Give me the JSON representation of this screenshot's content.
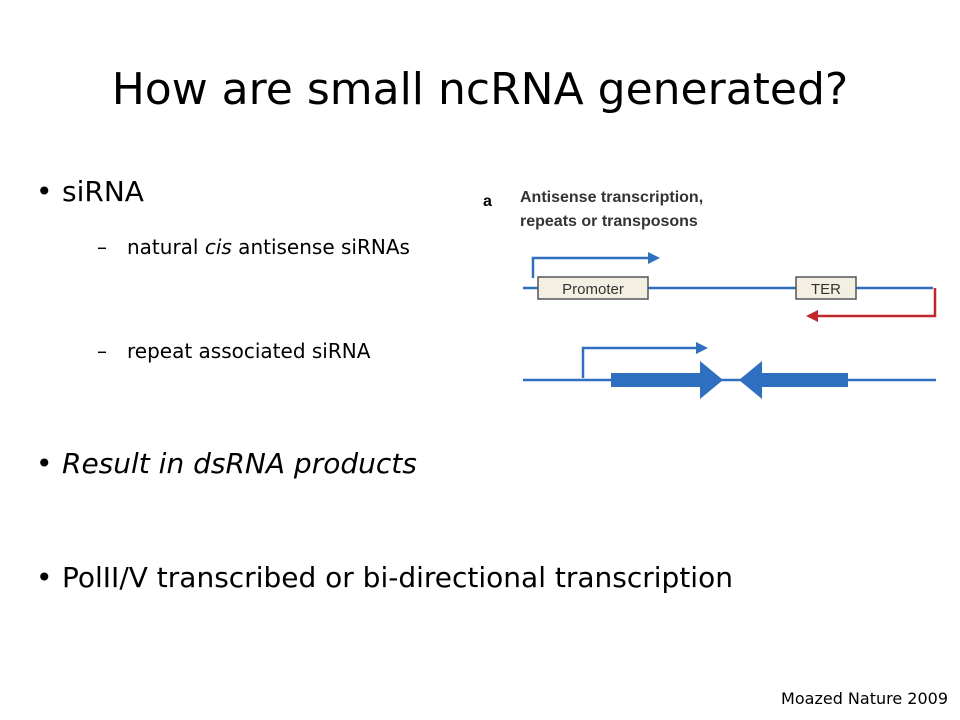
{
  "title": "How are small ncRNA generated?",
  "bullets": [
    {
      "text": "siRNA"
    },
    {
      "text": "Result in dsRNA products"
    },
    {
      "text": "PolII/V transcribed or bi-directional transcription"
    }
  ],
  "subbullets": [
    {
      "prefix": "natural ",
      "italic": "cis",
      "suffix": " antisense siRNAs"
    },
    {
      "text": "repeat associated siRNA"
    }
  ],
  "bullet_symbol": "•",
  "dash_symbol": "–",
  "figure": {
    "panel_label": "a",
    "heading_line1": "Antisense transcription,",
    "heading_line2": "repeats or transposons",
    "promoter_label": "Promoter",
    "ter_label": "TER",
    "colors": {
      "blue": "#2f6fbf",
      "red": "#c0282d",
      "box_fill": "#f3efe3",
      "box_stroke": "#555555"
    }
  },
  "citation": "Moazed Nature 2009"
}
